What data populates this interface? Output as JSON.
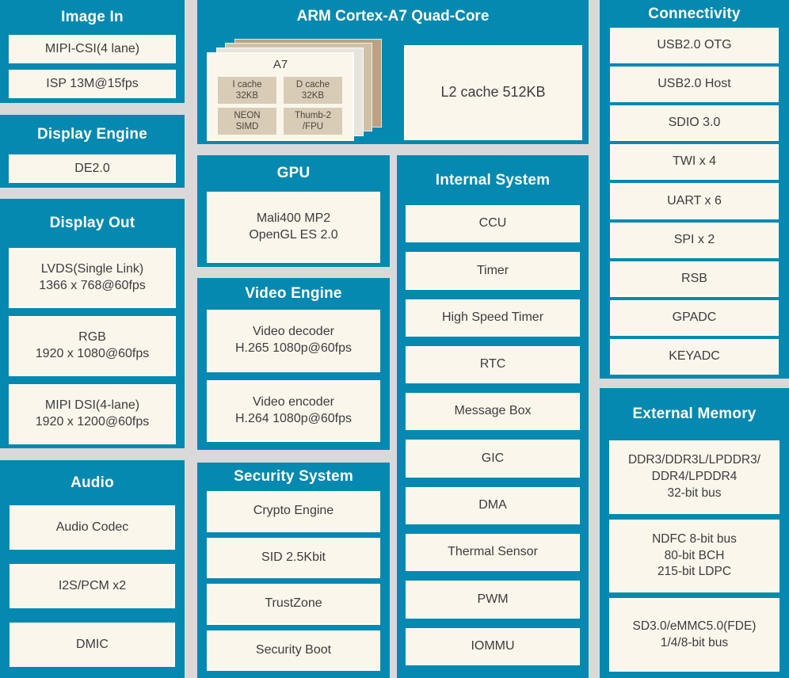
{
  "colors": {
    "teal": "#0689b0",
    "background_gray": "#d9d9d9",
    "box_fill": "#fbf6ec",
    "card_tan": "#d9ccb6",
    "stack_back_tan": "#bca27f"
  },
  "arm": {
    "title": "ARM Cortex-A7 Quad-Core",
    "core_label": "A7",
    "core_units": [
      "I cache\n32KB",
      "D cache\n32KB",
      "NEON\nSIMD",
      "Thumb-2\n/FPU"
    ],
    "l2": "L2 cache 512KB"
  },
  "image_in": {
    "title": "Image In",
    "items": [
      "MIPI-CSI(4 lane)",
      "ISP 13M@15fps"
    ]
  },
  "display_engine": {
    "title": "Display Engine",
    "items": [
      "DE2.0"
    ]
  },
  "display_out": {
    "title": "Display Out",
    "items": [
      "LVDS(Single Link)\n1366 x 768@60fps",
      "RGB\n1920 x 1080@60fps",
      "MIPI DSI(4-lane)\n1920 x 1200@60fps"
    ]
  },
  "audio": {
    "title": "Audio",
    "items": [
      "Audio Codec",
      "I2S/PCM x2",
      "DMIC"
    ]
  },
  "gpu": {
    "title": "GPU",
    "items": [
      "Mali400 MP2\nOpenGL ES 2.0"
    ]
  },
  "video_engine": {
    "title": "Video Engine",
    "items": [
      "Video decoder\nH.265 1080p@60fps",
      "Video encoder\nH.264 1080p@60fps"
    ]
  },
  "security": {
    "title": "Security System",
    "items": [
      "Crypto Engine",
      "SID 2.5Kbit",
      "TrustZone",
      "Security Boot"
    ]
  },
  "internal": {
    "title": "Internal System",
    "items": [
      "CCU",
      "Timer",
      "High Speed Timer",
      "RTC",
      "Message Box",
      "GIC",
      "DMA",
      "Thermal Sensor",
      "PWM",
      "IOMMU"
    ]
  },
  "connectivity": {
    "title": "Connectivity",
    "items": [
      "USB2.0 OTG",
      "USB2.0 Host",
      "SDIO 3.0",
      "TWI x 4",
      "UART x 6",
      "SPI x 2",
      "RSB",
      "GPADC",
      "KEYADC"
    ]
  },
  "external_memory": {
    "title": "External Memory",
    "items": [
      "DDR3/DDR3L/LPDDR3/\nDDR4/LPDDR4\n32-bit bus",
      "NDFC  8-bit bus\n80-bit BCH\n215-bit LDPC",
      "SD3.0/eMMC5.0(FDE)\n1/4/8-bit bus"
    ]
  }
}
